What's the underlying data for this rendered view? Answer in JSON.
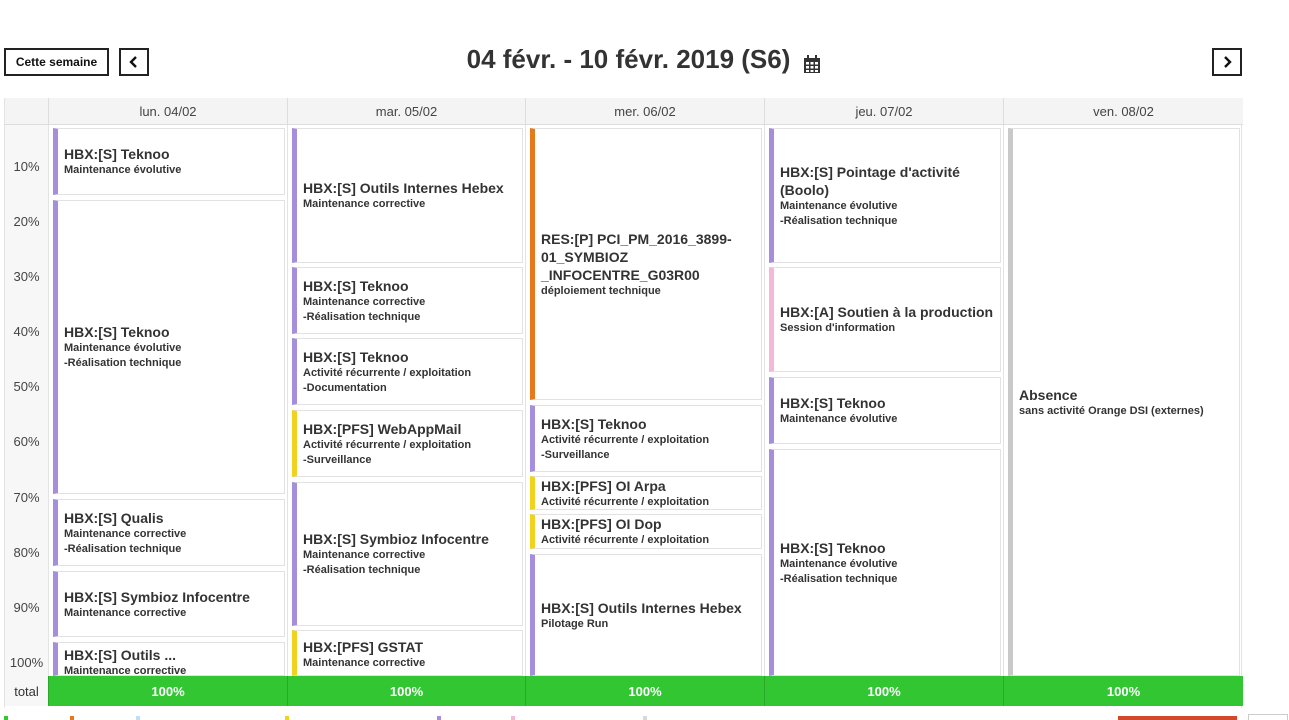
{
  "toolbar": {
    "today_label": "Cette semaine",
    "week_title": "04 févr. - 10 févr. 2019 (S6)"
  },
  "days": [
    {
      "label": "lun. 04/02"
    },
    {
      "label": "mar. 05/02"
    },
    {
      "label": "mer. 06/02"
    },
    {
      "label": "jeu. 07/02"
    },
    {
      "label": "ven. 08/02"
    }
  ],
  "percent_labels": [
    "10%",
    "20%",
    "30%",
    "40%",
    "50%",
    "60%",
    "70%",
    "80%",
    "90%",
    "100%"
  ],
  "events": {
    "mon": [
      {
        "title": "HBX:[S] Teknoo",
        "sub": "Maintenance évolutive",
        "sub2": ""
      },
      {
        "title": "HBX:[S] Teknoo",
        "sub": "Maintenance évolutive",
        "sub2": "-Réalisation technique"
      },
      {
        "title": "HBX:[S] Qualis",
        "sub": "Maintenance corrective",
        "sub2": "-Réalisation technique"
      },
      {
        "title": "HBX:[S] Symbioz Infocentre",
        "sub": "Maintenance corrective",
        "sub2": ""
      },
      {
        "title": "HBX:[S] Outils ...",
        "sub": "Maintenance corrective",
        "sub2": ""
      }
    ],
    "tue": [
      {
        "title": "HBX:[S] Outils Internes Hebex",
        "sub": "Maintenance corrective",
        "sub2": ""
      },
      {
        "title": "HBX:[S] Teknoo",
        "sub": "Maintenance corrective",
        "sub2": "-Réalisation technique"
      },
      {
        "title": "HBX:[S] Teknoo",
        "sub": "Activité récurrente / exploitation",
        "sub2": "-Documentation"
      },
      {
        "title": "HBX:[PFS] WebAppMail",
        "sub": "Activité récurrente / exploitation",
        "sub2": "-Surveillance"
      },
      {
        "title": "HBX:[S] Symbioz Infocentre",
        "sub": "Maintenance corrective",
        "sub2": "-Réalisation technique"
      },
      {
        "title": "HBX:[PFS] GSTAT",
        "sub": "Maintenance corrective",
        "sub2": ""
      }
    ],
    "wed": [
      {
        "title": "RES:[P] PCI_PM_2016_3899-01_SYMBIOZ _INFOCENTRE_G03R00",
        "sub": "déploiement technique",
        "sub2": ""
      },
      {
        "title": "HBX:[S] Teknoo",
        "sub": "Activité récurrente / exploitation",
        "sub2": "-Surveillance"
      },
      {
        "title": "HBX:[PFS] OI Arpa",
        "sub": "Activité récurrente / exploitation",
        "sub2": ""
      },
      {
        "title": "HBX:[PFS] OI Dop",
        "sub": "Activité récurrente / exploitation",
        "sub2": ""
      },
      {
        "title": "HBX:[S] Outils Internes Hebex",
        "sub": "Pilotage Run",
        "sub2": ""
      }
    ],
    "thu": [
      {
        "title": "HBX:[S] Pointage d'activité (Boolo)",
        "sub": "Maintenance évolutive",
        "sub2": "-Réalisation technique"
      },
      {
        "title": "HBX:[A] Soutien à la production",
        "sub": "Session d'information",
        "sub2": ""
      },
      {
        "title": "HBX:[S] Teknoo",
        "sub": "Maintenance évolutive",
        "sub2": ""
      },
      {
        "title": "HBX:[S] Teknoo",
        "sub": "Maintenance évolutive",
        "sub2": "-Réalisation technique"
      }
    ],
    "fri": [
      {
        "title": "Absence",
        "sub": "sans activité Orange DSI (externes)",
        "sub2": ""
      }
    ]
  },
  "totals": {
    "label": "total",
    "values": [
      "100%",
      "100%",
      "100%",
      "100%",
      "100%"
    ]
  },
  "colors": {
    "purple": "#a58fdc",
    "orange": "#e8781c",
    "yellow": "#f1d31f",
    "pink": "#f6b8d8",
    "grey": "#c9c9c9",
    "total_green": "#33c633"
  },
  "icons": {
    "prev": "chevron-left-icon",
    "next": "chevron-right-icon",
    "calendar": "calendar-icon"
  }
}
